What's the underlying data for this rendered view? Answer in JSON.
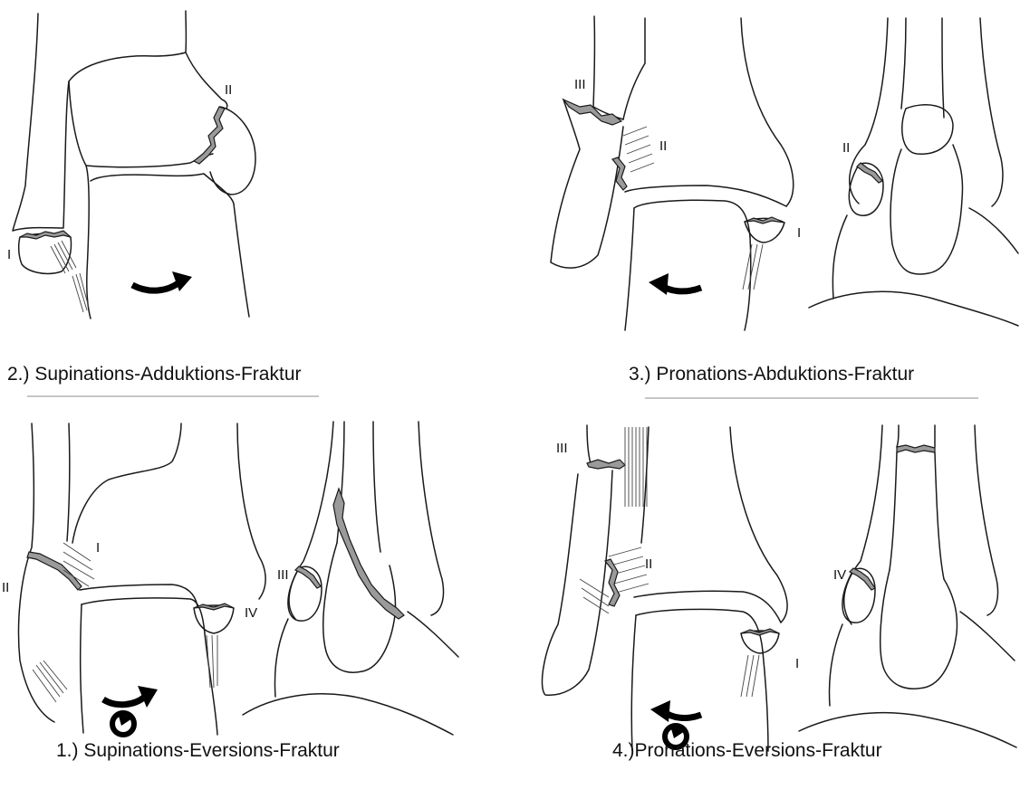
{
  "panels": {
    "supination_adduction": {
      "caption": "2.) Supinations-Adduktions-Fraktur",
      "labels": {
        "i": "I",
        "ii": "II"
      }
    },
    "pronation_abduction": {
      "caption": "3.) Pronations-Abduktions-Fraktur",
      "labels": {
        "i": "I",
        "ii_front": "II",
        "iii": "III",
        "ii_side": "II"
      }
    },
    "supination_eversion": {
      "caption": "1.) Supinations-Eversions-Fraktur",
      "labels": {
        "i": "I",
        "ii": "II",
        "iv": "IV",
        "iii": "III"
      }
    },
    "pronation_eversion": {
      "caption": "4.)Pronations-Eversions-Fraktur",
      "labels": {
        "iii": "III",
        "ii": "II",
        "i": "I",
        "iv": "IV"
      }
    }
  }
}
